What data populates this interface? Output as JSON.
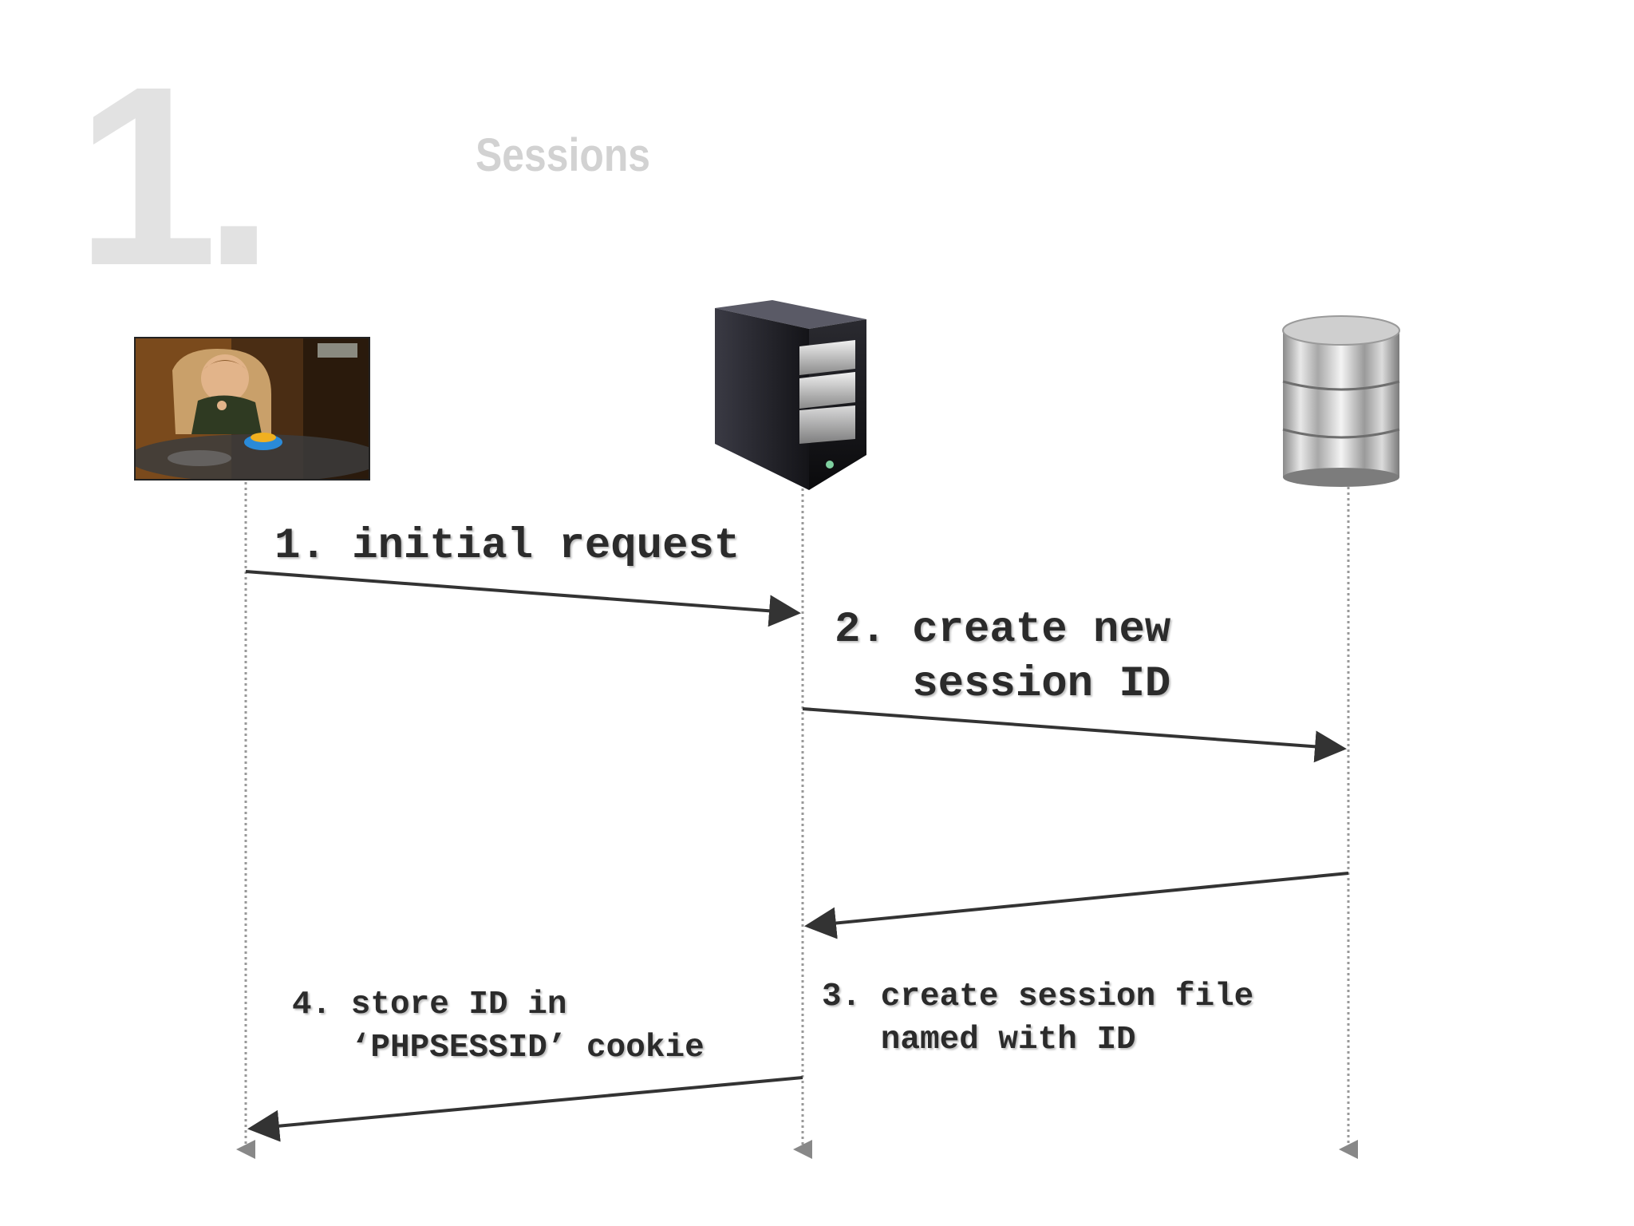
{
  "slide": {
    "number": "1.",
    "title": "Sessions"
  },
  "actors": [
    {
      "name": "browser-user",
      "icon": "child-photo"
    },
    {
      "name": "web-server",
      "icon": "server-tower-icon"
    },
    {
      "name": "database",
      "icon": "database-cylinder-icon"
    }
  ],
  "steps": {
    "step1": "1. initial request",
    "step2": "2. create new\n   session ID",
    "step3": "3. create session file\n   named with ID",
    "step4": "4. store ID in\n   ‘PHPSESSID’ cookie"
  },
  "colors": {
    "arrow": "#333333",
    "lifeline": "#999999",
    "slide_number": "#e2e2e2",
    "slide_title": "#d2d2d2"
  }
}
